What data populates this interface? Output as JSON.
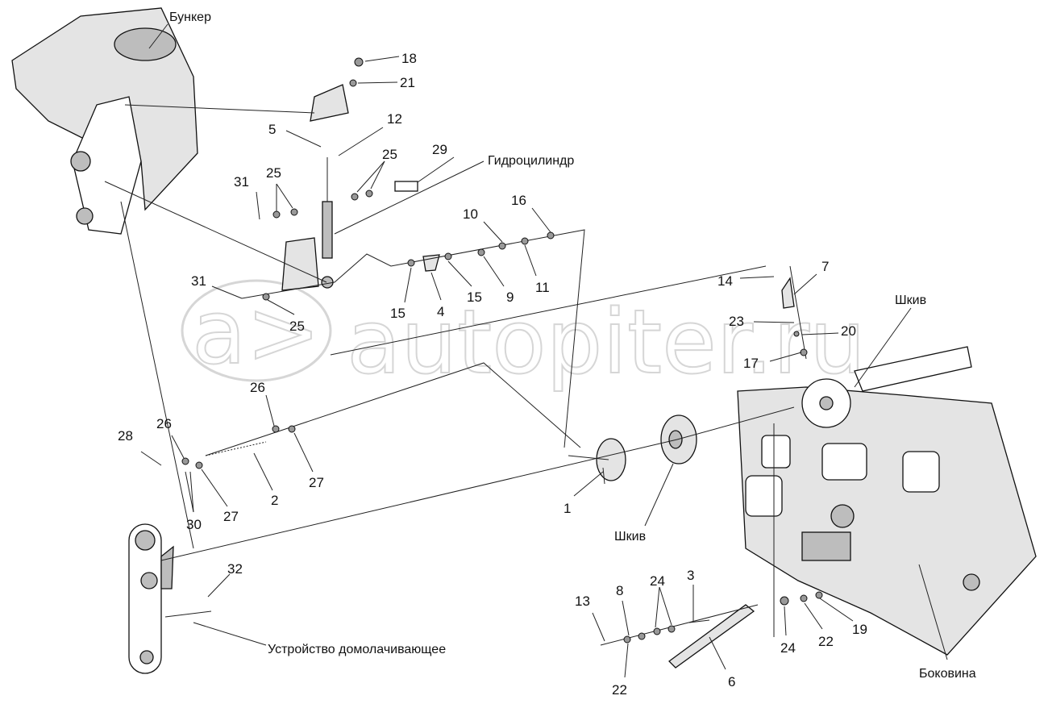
{
  "names": {
    "bunker": "Бункер",
    "hydrocylinder": "Гидроцилиндр",
    "pulley_right": "Шкив",
    "pulley_center": "Шкив",
    "threshing_device": "Устройство домолачивающее",
    "side_panel": "Боковина"
  },
  "callouts": [
    "18",
    "21",
    "5",
    "12",
    "25",
    "29",
    "31",
    "25",
    "16",
    "10",
    "15",
    "4",
    "15",
    "9",
    "11",
    "31",
    "25",
    "14",
    "7",
    "23",
    "20",
    "17",
    "26",
    "26",
    "28",
    "2",
    "27",
    "27",
    "30",
    "1",
    "32",
    "13",
    "8",
    "24",
    "3",
    "24",
    "22",
    "19",
    "22",
    "6"
  ],
  "watermark": "autopiter.ru"
}
